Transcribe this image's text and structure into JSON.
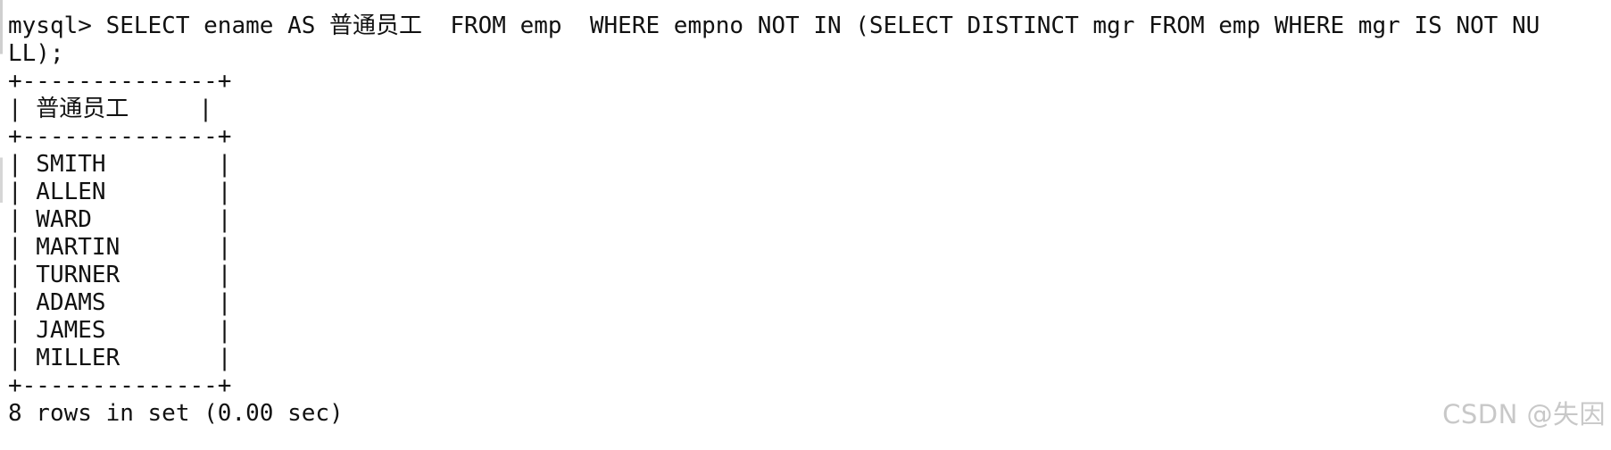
{
  "terminal": {
    "lines": [
      "mysql> SELECT ename AS 普通员工  FROM emp  WHERE empno NOT IN (SELECT DISTINCT mgr FROM emp WHERE mgr IS NOT NU",
      "LL);",
      "+--------------+",
      "| 普通员工     |",
      "+--------------+",
      "| SMITH        |",
      "| ALLEN        |",
      "| WARD         |",
      "| MARTIN       |",
      "| TURNER       |",
      "| ADAMS        |",
      "| JAMES        |",
      "| MILLER       |",
      "+--------------+",
      "8 rows in set (0.00 sec)"
    ]
  },
  "watermark": {
    "text": "CSDN @失因"
  }
}
